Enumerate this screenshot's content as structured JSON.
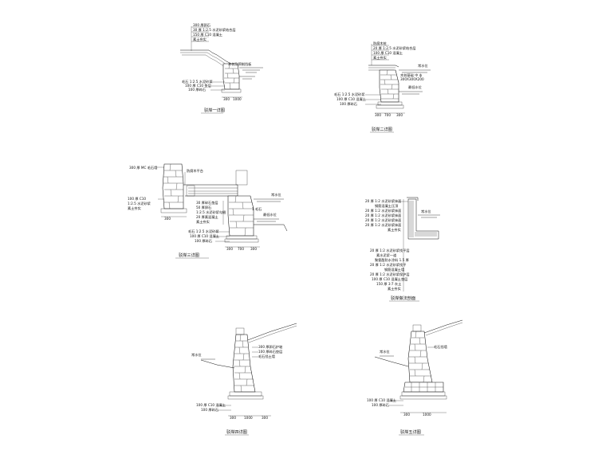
{
  "drawings": [
    {
      "id": "d1",
      "caption": "驳岸一详图",
      "labels": [
        "300 厚卵石",
        "30 厚 1:2.5 水泥砂浆结合层",
        "150 厚 C10 混凝土",
        "素土夯实"
      ],
      "left_labels": [
        "毛石 1:2.5 水泥砂浆",
        "100 厚 C10 垫层",
        "100 厚碎石"
      ],
      "callout": "木桩及预制挡板",
      "dims": [
        "300",
        "1000"
      ]
    },
    {
      "id": "d2",
      "caption": "驳岸二详图",
      "labels": [
        "防腐木桩",
        "20 厚 1:2.5 水泥砂浆结合层",
        "100 厚 C10 混凝土",
        "素土夯实"
      ],
      "left_labels": [
        "毛石 1:2.5 水泥砂浆",
        "100 厚 C10 混凝土",
        "100 厚碎石"
      ],
      "callout": "木桩基础 中 ф",
      "callout2": "300X300X200",
      "water_labels": [
        "常水位",
        "最低水位"
      ],
      "dims": [
        "300",
        "700",
        "300"
      ]
    },
    {
      "id": "d3",
      "caption": "驳岸三详图",
      "labels": [
        "300 厚 MC 毛石墙",
        "1 毛石"
      ],
      "top_label": "防腐木平台",
      "left_labels": [
        "100 厚 C10",
        "1:2.5 水泥砂浆",
        "素土夯实"
      ],
      "mid_labels": [
        "30 厚碎石垫层",
        "50 厚卵石",
        "1:2.5 水泥砂浆勾缝",
        "20 厚素混凝土",
        "素土夯实"
      ],
      "bottom_labels": [
        "毛石 1:2.5 水泥砂浆",
        "100 厚 C10 混凝土",
        "100 厚碎石"
      ],
      "water_labels": [
        "常水位",
        "最低水位"
      ],
      "dims": [
        "300",
        "300",
        "700",
        "300"
      ]
    },
    {
      "id": "d4",
      "caption": "驳岸做法剖面",
      "upper_labels": [
        "20 厚 1:2 水泥砂浆抹面",
        "钢筋混凝土压顶",
        "20 厚 1:2 水泥砂浆抹面",
        "20 厚 1:2 水泥砂浆抹面",
        "20 厚 1:2 水泥砂浆抹面",
        "20 厚 1:2 水泥砂浆抹面",
        "素土夯实"
      ],
      "lower_labels": [
        "20 厚 1:2 水泥砂浆找平层",
        "素水泥浆一道",
        "聚氨酯防水涂料 1.5 厚",
        "20 厚 1:2 水泥砂浆找平",
        "钢筋混凝土墙",
        "20 厚 1:2 水泥砂浆保护层",
        "100 厚 C10 混凝土垫层",
        "150 厚 3:7 灰土",
        "素土夯实"
      ],
      "water_label": "常水位"
    },
    {
      "id": "d5",
      "caption": "驳岸四详图",
      "labels": [
        "300 厚卵石护坡",
        "100 厚碎石垫层",
        "毛石挡土墙"
      ],
      "water_label": "常水位",
      "bottom_labels": [
        "100 厚 C10 混凝土",
        "100 厚碎石"
      ],
      "dims": [
        "300",
        "1000",
        "300"
      ]
    },
    {
      "id": "d6",
      "caption": "驳岸五详图",
      "labels": [
        "毛石挡墙"
      ],
      "water_label": "常水位",
      "bottom_labels": [
        "100 厚 C10 混凝土",
        "100 厚碎石"
      ],
      "dims": [
        "300",
        "1000"
      ]
    }
  ]
}
